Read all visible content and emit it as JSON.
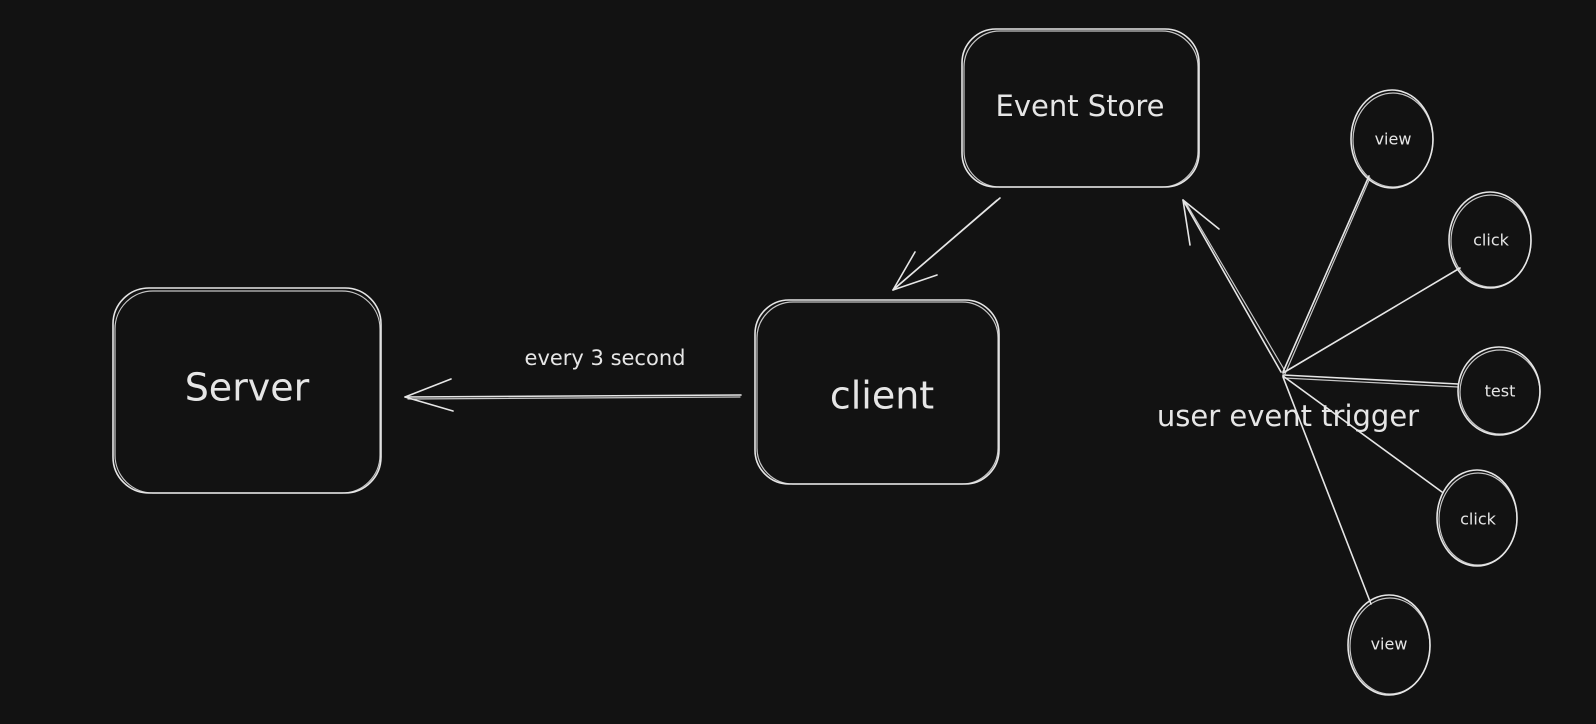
{
  "diagram": {
    "nodes": {
      "server": {
        "label": "Server"
      },
      "client": {
        "label": "client"
      },
      "event_store": {
        "label": "Event Store"
      },
      "trigger": {
        "label": "user event trigger"
      },
      "events": [
        {
          "label": "view"
        },
        {
          "label": "click"
        },
        {
          "label": "test"
        },
        {
          "label": "click"
        },
        {
          "label": "view"
        }
      ]
    },
    "edges": {
      "client_to_server": {
        "label": "every 3 second"
      }
    },
    "colors": {
      "background": "#121212",
      "stroke": "#e6e6e6"
    }
  }
}
